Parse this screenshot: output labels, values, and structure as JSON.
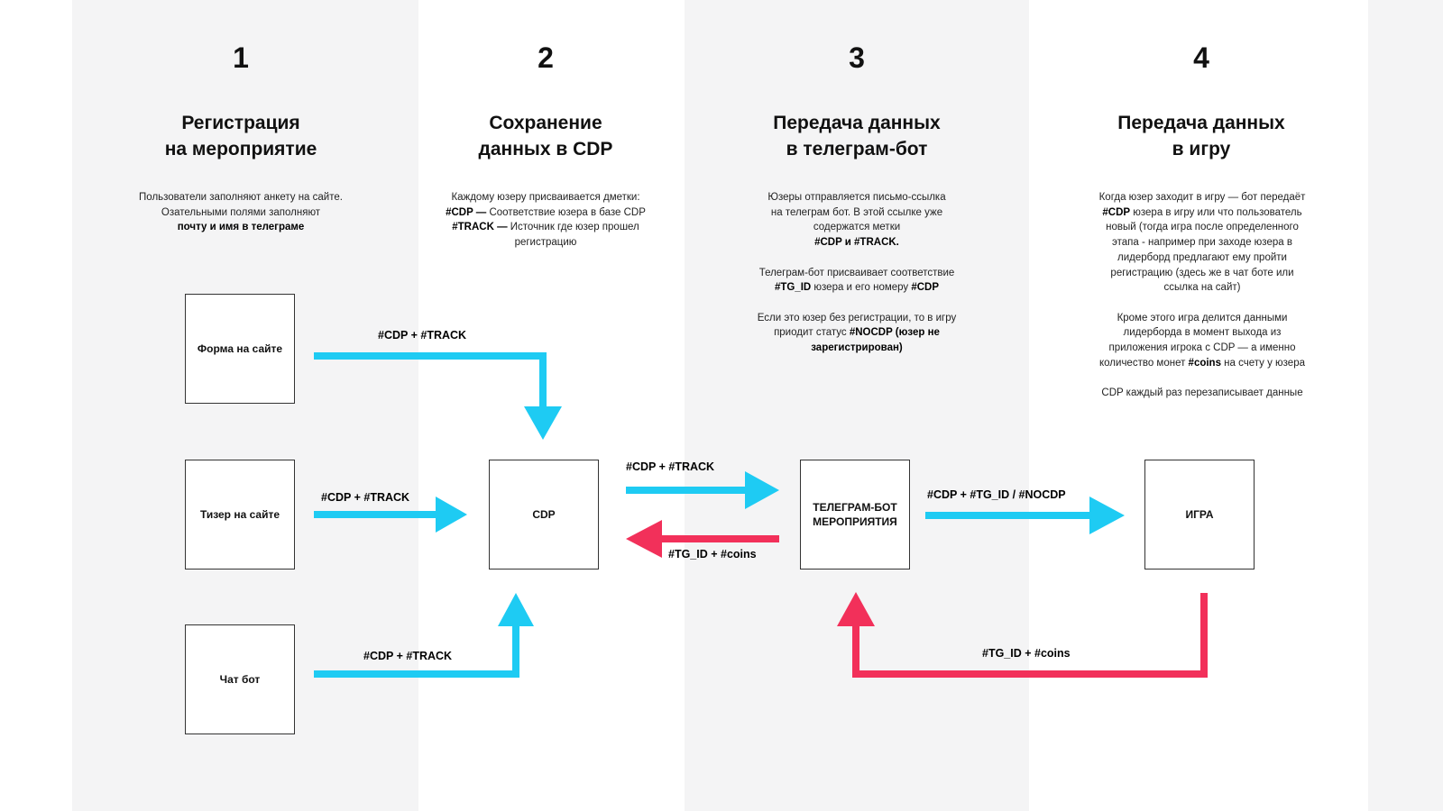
{
  "colors": {
    "blue": "#1ecbf3",
    "red": "#f2305a",
    "band": "#f4f4f5"
  },
  "columns": [
    {
      "num": "1",
      "title_line1": "Регистрация",
      "title_line2": "на мероприятие",
      "desc": {
        "l1": "Пользователи заполняют анкету на сайте.",
        "l2": "Озательными полями заполняют",
        "l3": "почту и имя в телеграме"
      }
    },
    {
      "num": "2",
      "title_line1": "Сохранение",
      "title_line2": "данных в CDP",
      "desc": {
        "l1": "Каждому юзеру присваивается дметки:",
        "l2a": "#CDP —",
        "l2b": " Соответствие юзера в базе CDP",
        "l3a": "#TRACK —",
        "l3b": " Источник где юзер прошел",
        "l4": "регистрацию"
      }
    },
    {
      "num": "3",
      "title_line1": "Передача данных",
      "title_line2": "в телеграм-бот",
      "desc": {
        "p1_l1": "Юзеры отправляется письмо-ссылка",
        "p1_l2": "на телеграм бот. В этой ссылке уже",
        "p1_l3": "содержатся метки",
        "p1_l4": "#CDP и #TRACK.",
        "p2_l1": "Телеграм-бот присваивает соответствие",
        "p2_l2a": "#TG_ID",
        "p2_l2b": " юзера и его номеру ",
        "p2_l2c": "#CDP",
        "p3_l1": "Если это юзер без регистрации, то в игру",
        "p3_l2a": "приодит статус ",
        "p3_l2b": "#NOCDP (юзер не",
        "p3_l3": "зарегистрирован)"
      }
    },
    {
      "num": "4",
      "title_line1": "Передача данных",
      "title_line2": "в игру",
      "desc": {
        "p1_l1": "Когда юзер заходит в игру — бот передаёт",
        "p1_l2a": "#CDP",
        "p1_l2b": " юзера в игру или что пользователь",
        "p1_l3": "новый (тогда игра после определенного",
        "p1_l4": "этапа - например при заходе юзера в",
        "p1_l5": "лидерборд предлагают ему пройти",
        "p1_l6": "регистрацию (здесь же в чат боте или",
        "p1_l7": "ссылка на сайт)",
        "p2_l1": "Кроме этого игра делится данными",
        "p2_l2": "лидерборда в момент выхода из",
        "p2_l3": "приложения игрока с CDP — а именно",
        "p2_l4a": "количество монет ",
        "p2_l4b": "#coins",
        "p2_l4c": " на счету у юзера",
        "p3_l1": "CDP каждый раз перезаписывает данные"
      }
    }
  ],
  "nodes": {
    "form": "Форма на сайте",
    "teaser": "Тизер на сайте",
    "chatbot": "Чат бот",
    "cdp": "CDP",
    "tgbot_l1": "ТЕЛЕГРАМ-БОТ",
    "tgbot_l2": "МЕРОПРИЯТИЯ",
    "game": "ИГРА"
  },
  "edges": {
    "form_cdp": "#CDP  +  #TRACK",
    "teaser_cdp": "#CDP  +  #TRACK",
    "chat_cdp": "#CDP  +  #TRACK",
    "cdp_tg": "#CDP  +  #TRACK",
    "tg_cdp": "#TG_ID + #coins",
    "tg_game": "#CDP + #TG_ID / #NOCDP",
    "game_tg": "#TG_ID + #coins"
  }
}
